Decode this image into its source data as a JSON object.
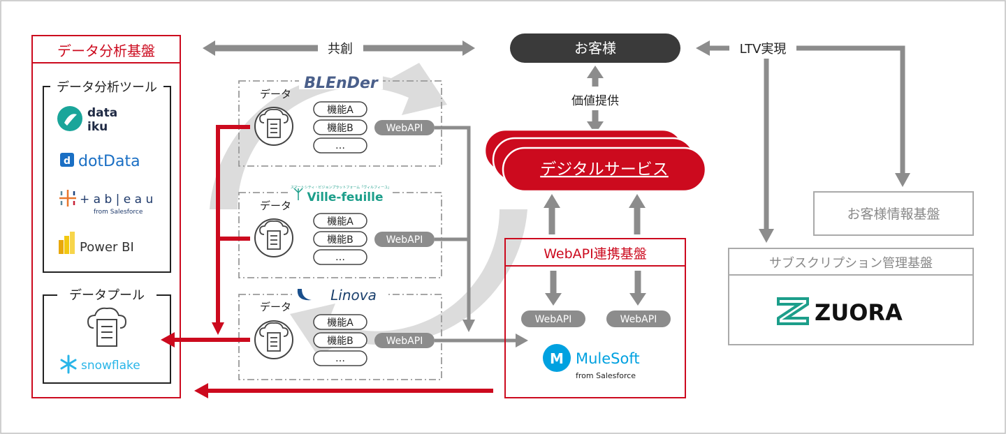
{
  "analysis_platform": {
    "title": "データ分析基盤",
    "tools_title": "データ分析ツール",
    "tools": [
      {
        "name": "dataiku",
        "line1": "data",
        "line2": "iku",
        "icon": "bird-icon",
        "color": "#1aa59a"
      },
      {
        "name": "dotData",
        "label": "dotData",
        "color": "#1a6fc4"
      },
      {
        "name": "tableau",
        "label": "+ a b | e a u",
        "sub": "from Salesforce",
        "color": "#1f3a6b"
      },
      {
        "name": "power-bi",
        "label": "Power BI",
        "color": "#f2c811"
      }
    ],
    "pool_title": "データプール",
    "pool_logo": "snowflake",
    "pool_logo_color": "#29b5e8"
  },
  "co_creation_label": "共創",
  "customer_label": "お客様",
  "value_label": "価値提供",
  "ltv_label": "LTV実現",
  "digital_service_label": "デジタルサービス",
  "apps": [
    {
      "brand": "BLEnDer",
      "data_label": "データ",
      "functions": [
        "機能A",
        "機能B",
        "…"
      ],
      "api_label": "WebAPI"
    },
    {
      "brand": "Ville-feuille",
      "brand_sub": "スマートシティ・ビジョンプラットフォーム「ヴィルフィーユ」",
      "data_label": "データ",
      "functions": [
        "機能A",
        "機能B",
        "…"
      ],
      "api_label": "WebAPI"
    },
    {
      "brand": "Linova",
      "data_label": "データ",
      "functions": [
        "機能A",
        "機能B",
        "…"
      ],
      "api_label": "WebAPI"
    }
  ],
  "webapi_platform": {
    "title": "WebAPI連携基盤",
    "apis": [
      "WebAPI",
      "WebAPI"
    ],
    "logo": "MuleSoft",
    "logo_sub": "from Salesforce",
    "logo_color": "#00a1e0"
  },
  "customer_info_label": "お客様情報基盤",
  "subscription": {
    "title": "サブスクリプション管理基盤",
    "logo": "ZUORA",
    "logo_color": "#1c9e8a"
  },
  "colors": {
    "red": "#cc0a1e",
    "gray_arrow": "#8c8c8c",
    "dark_pill": "#3a3a3a",
    "light_gray": "#d9d9d9"
  }
}
